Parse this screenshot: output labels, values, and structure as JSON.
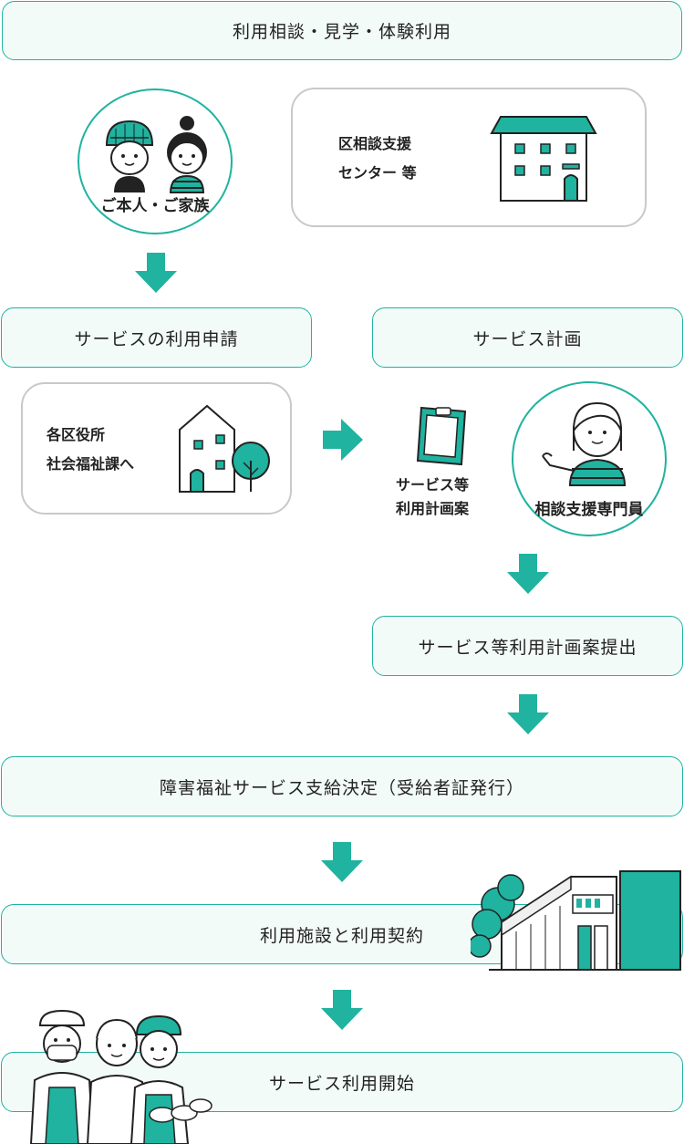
{
  "colors": {
    "accent": "#1fb3a0",
    "bar_bg": "#f3fbf9",
    "card_border": "#c9c9c9"
  },
  "steps": {
    "consult": "利用相談・見学・体験利用",
    "apply": "サービスの利用申請",
    "plan": "サービス計画",
    "submit": "サービス等利用計画案提出",
    "decision": "障害福祉サービス支給決定（受給者証発行）",
    "contract": "利用施設と利用契約",
    "start": "サービス利用開始"
  },
  "actors": {
    "self_family": "ご本人・ご家族",
    "center_line1": "区相談支援",
    "center_line2": "センター 等",
    "office_line1": "各区役所",
    "office_line2": "社会福祉課へ",
    "plan_draft_line1": "サービス等",
    "plan_draft_line2": "利用計画案",
    "specialist": "相談支援専門員"
  },
  "icons": {
    "family": "two-people-icon",
    "center": "house-icon",
    "office": "building-with-tree-icon",
    "plan_draft": "clipboard-icon",
    "specialist": "woman-gesturing-icon",
    "facility": "factory-building-icon",
    "workers": "workers-group-icon",
    "flow": "down-arrow-icon"
  }
}
